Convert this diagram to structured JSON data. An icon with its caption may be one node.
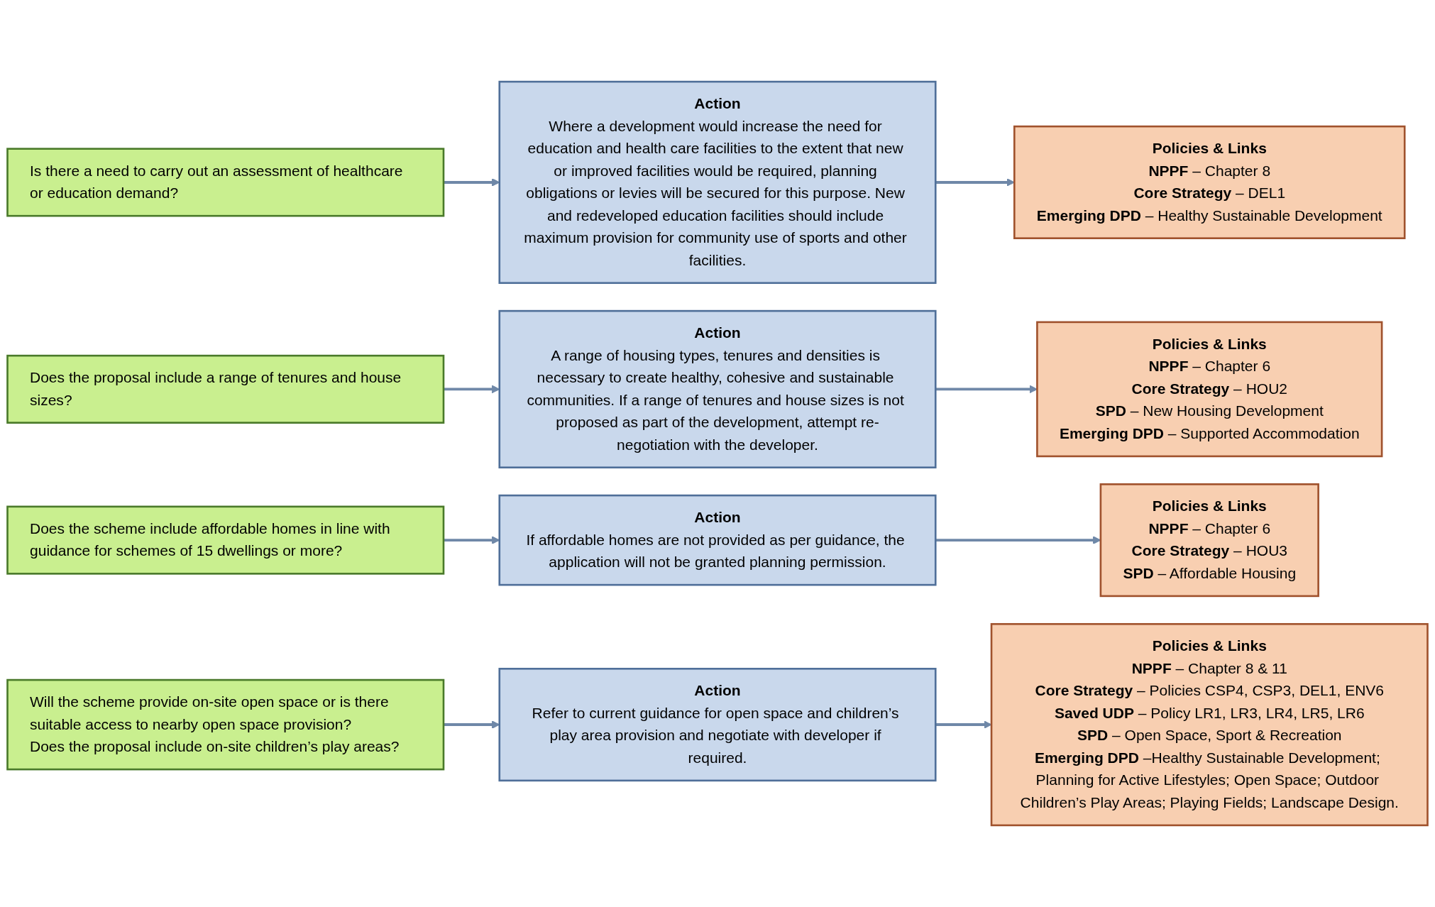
{
  "diagram": {
    "nodes": [
      {
        "text": [
          "Is there a need to carry out an assessment of healthcare or education demand?"
        ]
      },
      {
        "text": [
          "Action",
          "Where a development would increase the need for education and health care facilities to the extent that new or improved facilities would be required, planning obligations or levies will be secured for this purpose. New and redeveloped education facilities should include maximum provision for community use of sports and other facilities."
        ]
      },
      {
        "text": [
          "Policies & Links",
          "**NPPF** – Chapter 8",
          "**Core Strategy** – DEL1",
          "**Emerging DPD** – Healthy Sustainable Development"
        ]
      },
      {
        "text": [
          "Does the proposal include a range of tenures and house sizes?"
        ]
      },
      {
        "text": [
          "Action",
          "A range of housing types, tenures and densities is necessary to create healthy, cohesive and sustainable communities. If a range of tenures and house sizes is not proposed as part of the development, attempt re-negotiation with the developer."
        ]
      },
      {
        "text": [
          "Policies & Links",
          "**NPPF** – Chapter 6",
          "**Core Strategy** – HOU2",
          "**SPD** – New Housing Development",
          "**Emerging DPD** – Supported Accommodation"
        ]
      },
      {
        "text": [
          "Does the scheme include affordable homes in line with guidance for schemes of 15 dwellings or more?"
        ]
      },
      {
        "text": [
          "Action",
          "If affordable homes are not provided as per guidance, the application will not be granted planning permission."
        ]
      },
      {
        "text": [
          "Policies & Links",
          "**NPPF** – Chapter 6",
          "**Core Strategy** – HOU3",
          "**SPD** – Affordable Housing"
        ]
      },
      {
        "text": [
          "Will the scheme provide on-site open space or is there suitable access to nearby open space provision?",
          "Does the proposal include on-site children’s play areas?"
        ]
      },
      {
        "text": [
          "Action",
          "Refer to current guidance for open space and children’s play area provision and negotiate with developer if required."
        ]
      },
      {
        "text": [
          "Policies & Links",
          "**NPPF** – Chapter 8 & 11",
          "**Core Strategy** – Policies CSP4, CSP3, DEL1, ENV6",
          "**Saved UDP** – Policy LR1, LR3, LR4, LR5, LR6",
          "**SPD** – Open Space, Sport & Recreation",
          "**Emerging DPD** –Healthy Sustainable Development; Planning for Active Lifestyles; Open Space; Outdoor Children’s Play Areas; Playing Fields; Landscape Design."
        ]
      }
    ],
    "edges": [
      {
        "from": 0,
        "to": 1,
        "arrow": "to"
      },
      {
        "from": 1,
        "to": 2,
        "arrow": "to"
      },
      {
        "from": 3,
        "to": 4,
        "arrow": "to"
      },
      {
        "from": 4,
        "to": 5,
        "arrow": "to"
      },
      {
        "from": 6,
        "to": 7,
        "arrow": "to"
      },
      {
        "from": 7,
        "to": 8,
        "arrow": "to"
      },
      {
        "from": 9,
        "to": 10,
        "arrow": "to"
      },
      {
        "from": 10,
        "to": 11,
        "arrow": "to"
      }
    ]
  }
}
